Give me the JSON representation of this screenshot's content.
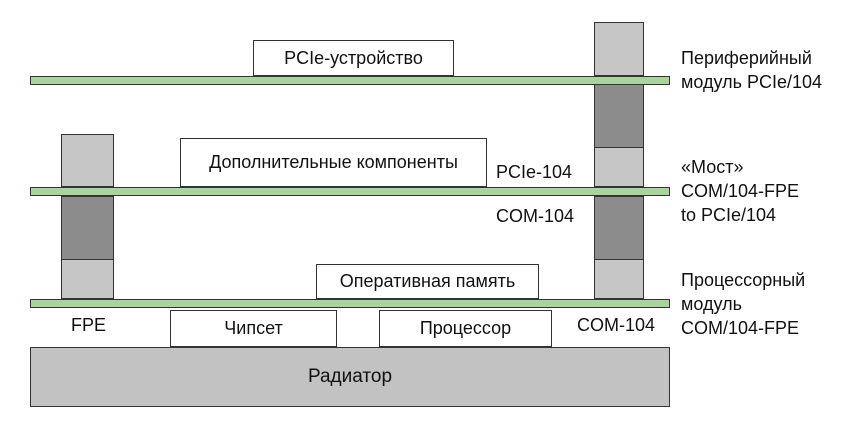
{
  "top_component": "PCIe-устройство",
  "middle_component": "Дополнительные компоненты",
  "memory": "Оперативная память",
  "chipset": "Чипсет",
  "processor": "Процессор",
  "heatsink": "Радиатор",
  "connector_labels": {
    "pcie104": "PCIe-104",
    "com104_mid": "COM-104",
    "fpe": "FPE",
    "com104_bottom": "COM-104"
  },
  "module_labels": {
    "peripheral": [
      "Периферийный",
      "модуль PCIe/104"
    ],
    "bridge": [
      "«Мост»",
      "COM/104-FPE",
      "to PCIe/104"
    ],
    "processor": [
      "Процессорный",
      "модуль",
      "COM/104-FPE"
    ]
  },
  "colors": {
    "board": "#a9d49b",
    "connector_light": "#c6c6c6",
    "connector_dark": "#8c8c8c",
    "heatsink": "#c2c2c2"
  }
}
